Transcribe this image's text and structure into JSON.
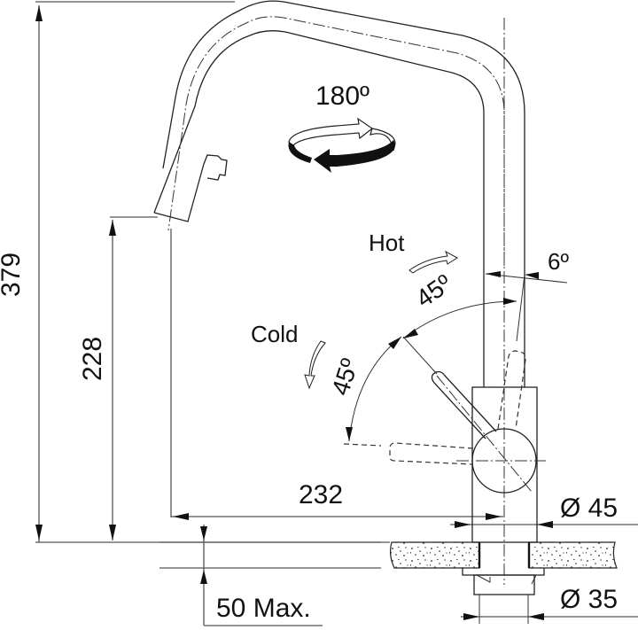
{
  "drawing": {
    "subject": "Pull-out kitchen faucet dimension drawing",
    "dimensions": {
      "total_height": "379",
      "spout_height": "228",
      "spout_reach": "232",
      "max_counter_thickness": "50 Max.",
      "body_diameter": "Ø 45",
      "hole_diameter": "Ø 35"
    },
    "rotation": {
      "label": "180º",
      "icon": "rotate-arrow-icon"
    },
    "lever": {
      "hot_label": "Hot",
      "cold_label": "Cold",
      "hot_angle": "45º",
      "cold_angle": "45º",
      "tilt_angle": "6º"
    },
    "colors": {
      "line": "#222222",
      "dimension_line": "#555555",
      "background": "#ffffff"
    }
  }
}
